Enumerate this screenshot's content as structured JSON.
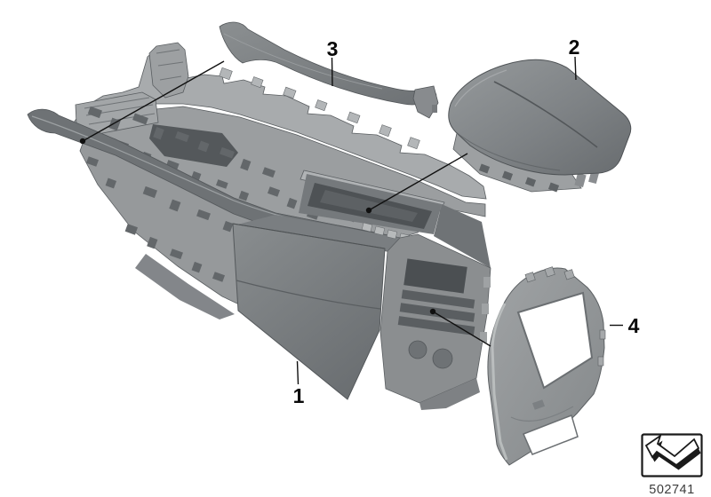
{
  "callouts": [
    {
      "label": "1"
    },
    {
      "label": "2"
    },
    {
      "label": "3"
    },
    {
      "label": "4"
    }
  ],
  "legend": {
    "diagram_number": "502741",
    "icon": "direction-arrow"
  },
  "colors": {
    "background": "#ffffff",
    "callout_line": "#101010",
    "plastic_light": "#a8abad",
    "plastic_mid": "#9b9ea0",
    "leather_dark": "#6e7275",
    "recess_dark": "#4e5255",
    "legend_text": "#3c3c3c"
  }
}
